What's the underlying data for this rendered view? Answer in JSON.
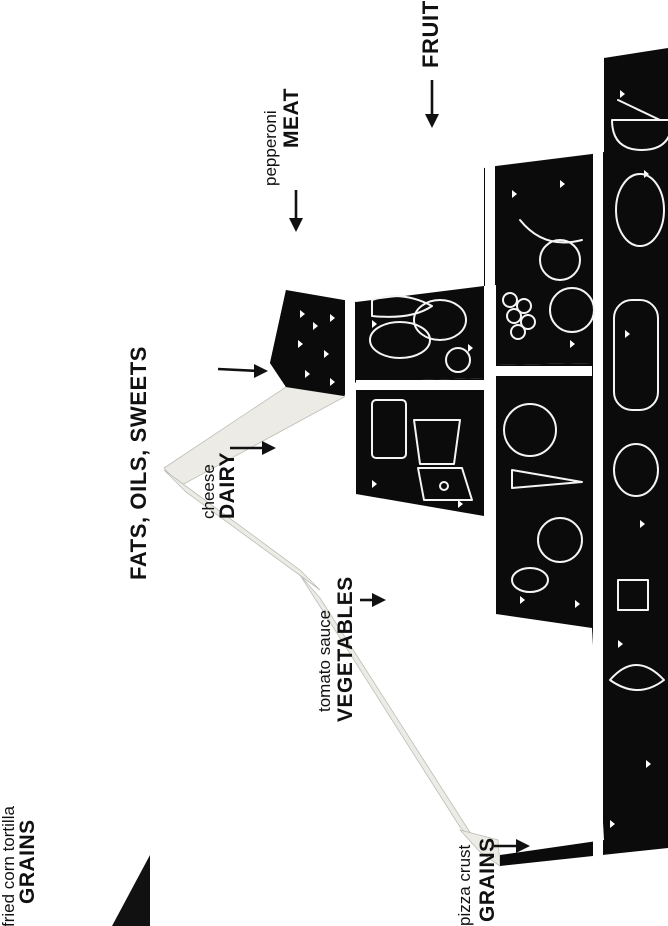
{
  "labels": {
    "fried_corn_tortilla": "fried corn tortilla",
    "grains_top": "GRAINS",
    "fats_oils_sweets": "FATS, OILS, SWEETS",
    "cheese": "cheese",
    "dairy": "DAIRY",
    "pepperoni": "pepperoni",
    "meat": "MEAT",
    "fruit": "FRUIT",
    "tomato_sauce": "tomato sauce",
    "vegetables": "VEGETABLES",
    "pizza_crust": "pizza crust",
    "grains_bottom": "GRAINS"
  },
  "colors": {
    "background": "#ffffff",
    "pyramid_fill": "#0b0b0b",
    "side_face": "#ecebe6",
    "ink": "#111111"
  }
}
